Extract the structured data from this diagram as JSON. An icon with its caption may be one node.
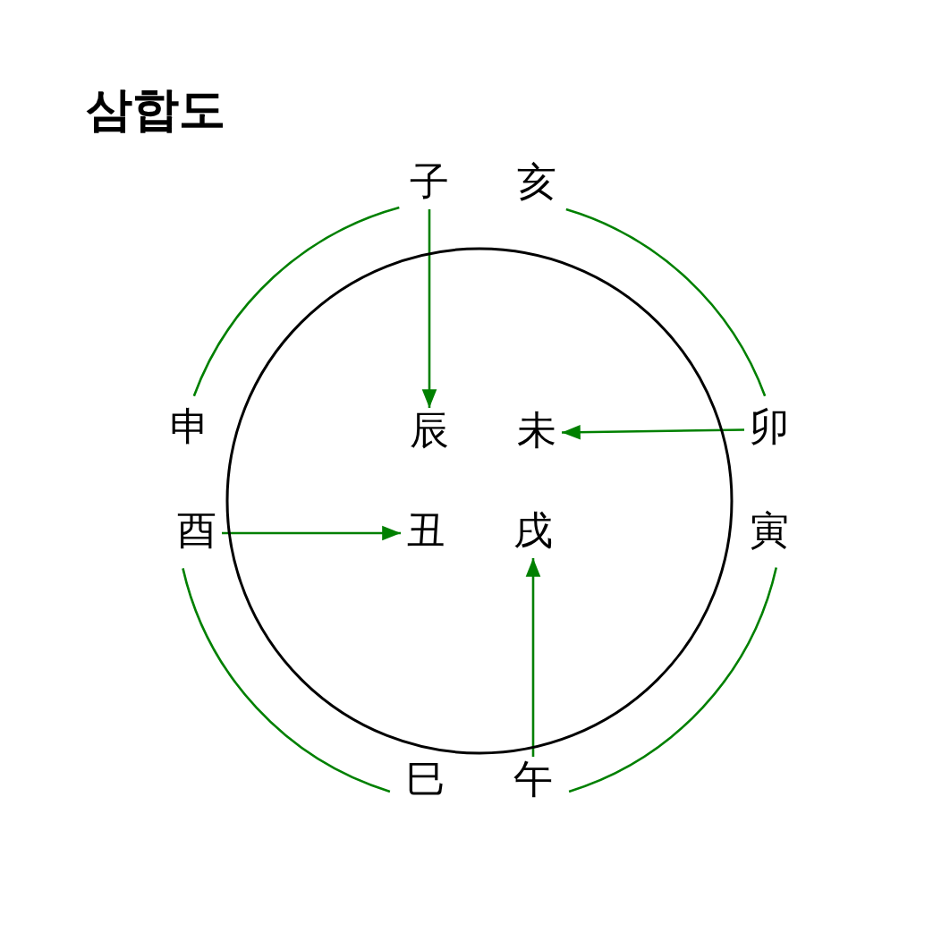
{
  "diagram": {
    "title": "삼합도",
    "nodes": [
      {
        "text": [],
        "shape": "circle"
      },
      {
        "text": [
          "子"
        ]
      },
      {
        "text": [
          "亥"
        ]
      },
      {
        "text": [
          "申"
        ]
      },
      {
        "text": [
          "辰"
        ],
        "in": 0
      },
      {
        "text": [
          "未"
        ],
        "in": 0
      },
      {
        "text": [
          "卯"
        ]
      },
      {
        "text": [
          "酉"
        ]
      },
      {
        "text": [
          "丑"
        ],
        "in": 0
      },
      {
        "text": [
          "戌"
        ],
        "in": 0
      },
      {
        "text": [
          "寅"
        ]
      },
      {
        "text": [
          "巳"
        ]
      },
      {
        "text": [
          "午"
        ]
      }
    ],
    "edges": [
      {
        "from": 1,
        "to": 4,
        "arrow": "to"
      },
      {
        "from": 6,
        "to": 5,
        "arrow": "to"
      },
      {
        "from": 7,
        "to": 8,
        "arrow": "to"
      },
      {
        "from": 12,
        "to": 9,
        "arrow": "to"
      },
      {
        "from": 1,
        "to": 3,
        "arrow": "none"
      },
      {
        "from": 2,
        "to": 6,
        "arrow": "none"
      },
      {
        "from": 7,
        "to": 11,
        "arrow": "none"
      },
      {
        "from": 10,
        "to": 12,
        "arrow": "none"
      }
    ]
  }
}
